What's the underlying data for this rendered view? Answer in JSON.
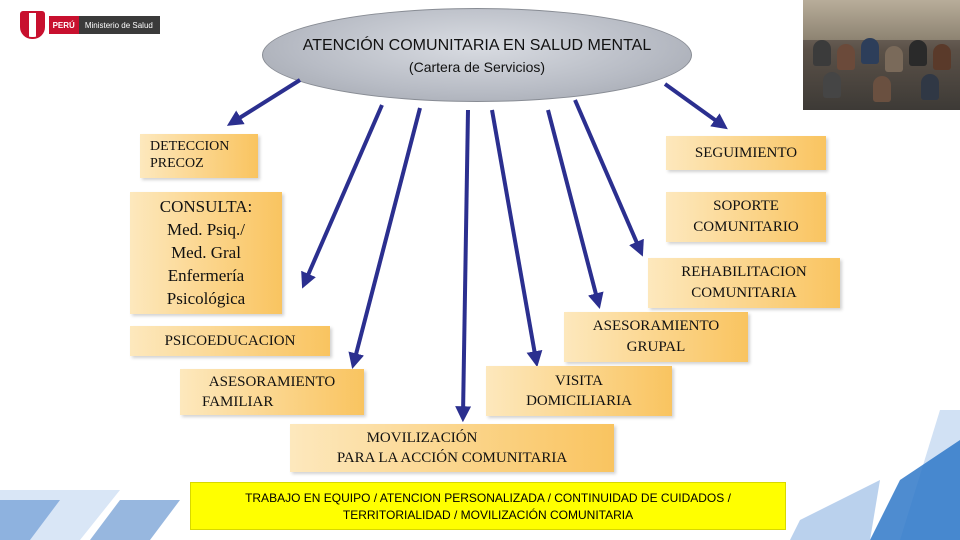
{
  "header": {
    "logo_peru": "PERÚ",
    "logo_ministry": "Ministerio de Salud",
    "title_line1": "ATENCIÓN COMUNITARIA EN SALUD MENTAL",
    "title_line2": "(Cartera de Servicios)"
  },
  "services": {
    "deteccion": [
      "DETECCION",
      "PRECOZ"
    ],
    "consulta": [
      "CONSULTA:",
      "Med. Psiq./",
      "Med. Gral",
      "Enfermería",
      "Psicológica"
    ],
    "psicoeducacion": [
      "PSICOEDUCACION"
    ],
    "asesoramiento_familiar": [
      "ASESORAMIENTO",
      "FAMILIAR"
    ],
    "movilizacion": [
      "MOVILIZACIÓN",
      "PARA LA ACCIÓN COMUNITARIA"
    ],
    "visita": [
      "VISITA",
      "DOMICILIARIA"
    ],
    "asesoramiento_grupal": [
      "ASESORAMIENTO",
      "GRUPAL"
    ],
    "rehabilitacion": [
      "REHABILITACION",
      "COMUNITARIA"
    ],
    "soporte": [
      "SOPORTE",
      "COMUNITARIO"
    ],
    "seguimiento": [
      "SEGUIMIENTO"
    ]
  },
  "footer": {
    "line1": "TRABAJO EN EQUIPO / ATENCION PERSONALIZADA / CONTINUIDAD DE CUIDADOS /",
    "line2": "TERRITORIALIDAD / MOVILIZACIÓN COMUNITARIA"
  },
  "colors": {
    "arrow": "#2b2f8f",
    "box_light": "#fde8bd",
    "box_dark": "#f9c460",
    "footer": "#ffff00"
  }
}
